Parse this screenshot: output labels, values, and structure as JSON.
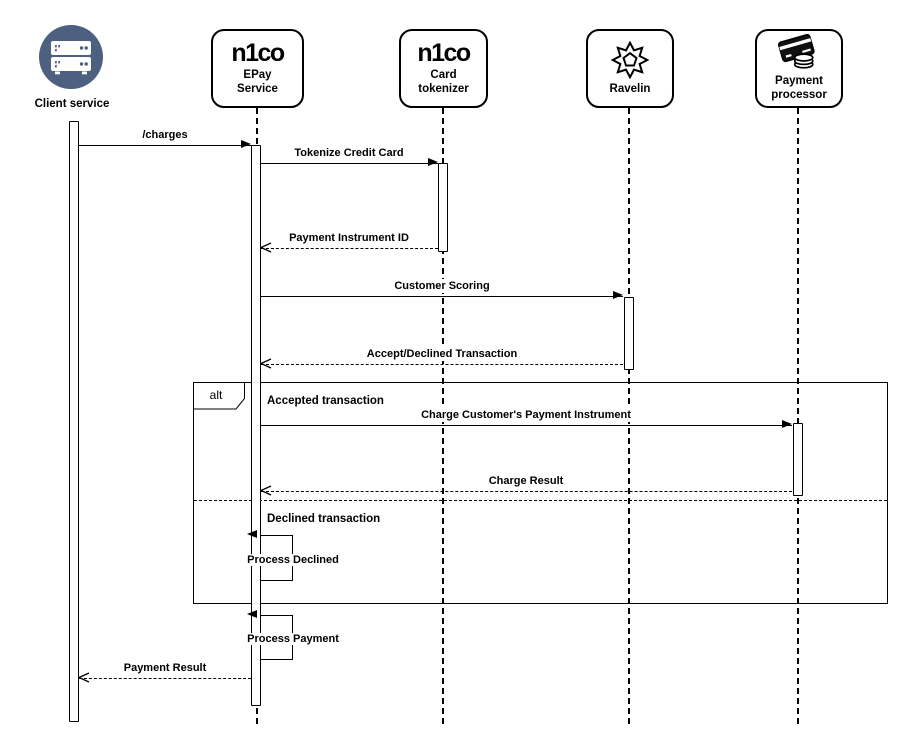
{
  "title": "EPay charge sequence diagram",
  "colors": {
    "background": "#ffffff",
    "stroke": "#000000",
    "client_icon_bg": "#4d6080",
    "card_fill": "#111111"
  },
  "participants": [
    {
      "label": "Client service",
      "icon": "server-icon"
    },
    {
      "logo": "n1co",
      "label": "EPay Service"
    },
    {
      "logo": "n1co",
      "label": "Card tokenizer"
    },
    {
      "label": "Ravelin",
      "icon": "ravelin-star-icon"
    },
    {
      "label": "Payment processor",
      "icon": "payment-card-coins-icon"
    }
  ],
  "frame": {
    "operator": "alt",
    "branch_accepted": "Accepted transaction",
    "branch_declined": "Declined transaction"
  },
  "messages": [
    {
      "label": "/charges",
      "from": "Client service",
      "to": "EPay Service",
      "style": "sync"
    },
    {
      "label": "Tokenize Credit Card",
      "from": "EPay Service",
      "to": "Card tokenizer",
      "style": "sync"
    },
    {
      "label": "Payment Instrument ID",
      "from": "Card tokenizer",
      "to": "EPay Service",
      "style": "return"
    },
    {
      "label": "Customer Scoring",
      "from": "EPay Service",
      "to": "Ravelin",
      "style": "sync"
    },
    {
      "label": "Accept/Declined Transaction",
      "from": "Ravelin",
      "to": "EPay Service",
      "style": "return"
    },
    {
      "label": "Charge Customer's Payment Instrument",
      "from": "EPay Service",
      "to": "Payment processor",
      "style": "sync"
    },
    {
      "label": "Charge Result",
      "from": "Payment processor",
      "to": "EPay Service",
      "style": "return"
    },
    {
      "label": "Process Declined",
      "from": "EPay Service",
      "to": "EPay Service",
      "style": "self"
    },
    {
      "label": "Process Payment",
      "from": "EPay Service",
      "to": "EPay Service",
      "style": "self"
    },
    {
      "label": "Payment Result",
      "from": "EPay Service",
      "to": "Client service",
      "style": "return"
    }
  ]
}
